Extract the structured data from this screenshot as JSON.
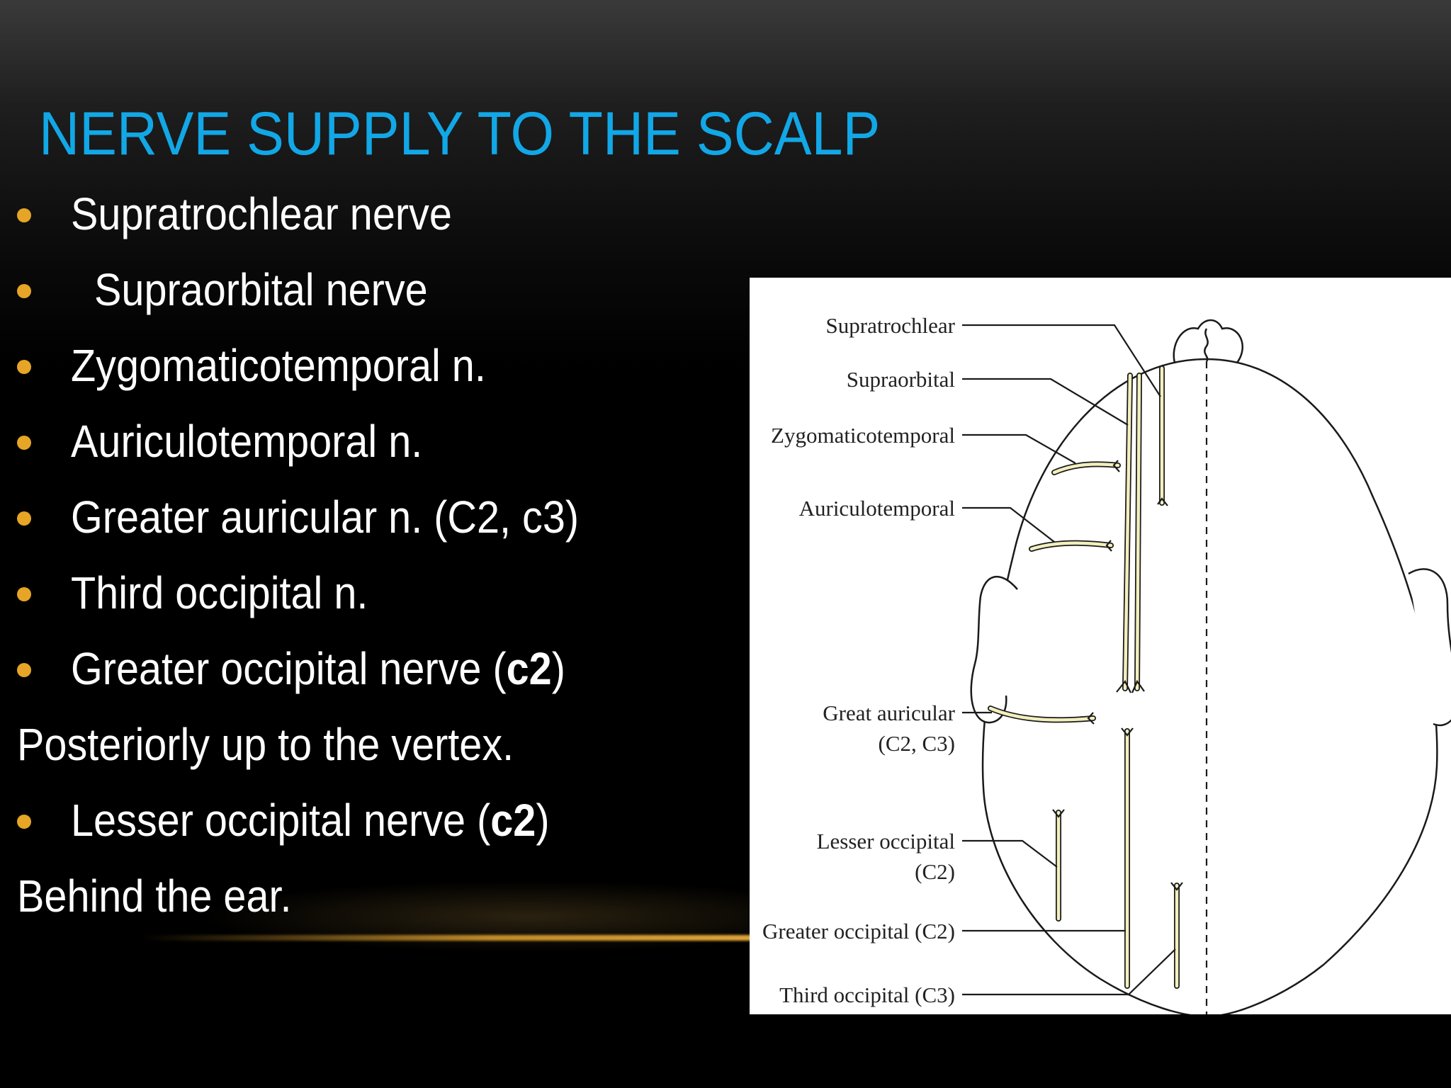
{
  "slide": {
    "title": "NERVE SUPPLY TO THE SCALP",
    "items": [
      {
        "type": "bullet",
        "text": "Supratrochlear nerve"
      },
      {
        "type": "bullet",
        "text": "Supraorbital nerve"
      },
      {
        "type": "bullet",
        "text": "Zygomaticotemporal n."
      },
      {
        "type": "bullet",
        "text": "Auriculotemporal n."
      },
      {
        "type": "bullet",
        "text": "Greater auricular n. (C2, c3)"
      },
      {
        "type": "bullet",
        "text": "Third occipital n."
      },
      {
        "type": "bullet",
        "text_pre": "Greater occipital nerve (",
        "text_bold": "c2",
        "text_post": ")"
      },
      {
        "type": "plain",
        "text": "Posteriorly up to the vertex."
      },
      {
        "type": "bullet",
        "text_pre": "Lesser occipital nerve (",
        "text_bold": "c2",
        "text_post": ")"
      },
      {
        "type": "plain",
        "text": "Behind the ear."
      }
    ]
  },
  "diagram": {
    "labels": {
      "supratrochlear": "Supratrochlear",
      "supraorbital": "Supraorbital",
      "zygomaticotemporal": "Zygomaticotemporal",
      "auriculotemporal": "Auriculotemporal",
      "great_auricular": "Great auricular",
      "great_auricular_roots": "(C2, C3)",
      "lesser_occipital": "Lesser occipital",
      "lesser_occipital_roots": "(C2)",
      "greater_occipital": "Greater occipital (C2)",
      "third_occipital": "Third occipital (C3)"
    }
  },
  "colors": {
    "title": "#12a7e6",
    "bullet": "#e6a526",
    "nerve": "#f3efbe",
    "text": "#ffffff"
  }
}
